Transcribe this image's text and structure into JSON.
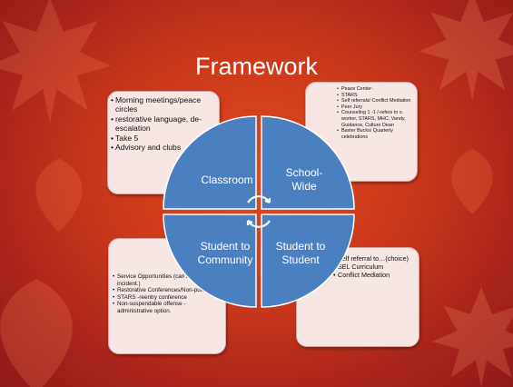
{
  "slide": {
    "title": "Framework"
  },
  "colors": {
    "background": "#c8361a",
    "quadrant_fill": "#4a7fc0",
    "box_fill": "#f6e6e4"
  },
  "quadrants": {
    "top_left": {
      "label_lines": [
        "Classroom"
      ]
    },
    "top_right": {
      "label_lines": [
        "School-",
        "Wide"
      ]
    },
    "bottom_left": {
      "label_lines": [
        "Student to",
        "Community"
      ]
    },
    "bottom_right": {
      "label_lines": [
        "Student to",
        "Student"
      ]
    }
  },
  "boxes": {
    "top_left": {
      "items": [
        "Morning meetings/peace circles",
        "restorative language, de-escalation",
        "Take 5",
        "Advisory and clubs"
      ]
    },
    "top_right": {
      "items": [
        "Peace Center-",
        "STARS",
        "Self  referrals/ Conflict Mediation",
        "Peer Jury",
        "Counseling 1 -1 /-refers to s. worker, STARS, MHC, Vandy, Guidance, Culture Dean",
        "Baxter Bucks/ Quarterly celebrations"
      ]
    },
    "bottom_left": {
      "items": [
        "Service Opportunities (can be related to incident.)",
        "Restorative Conferences/Non-punitive",
        "STARS -reentry conference",
        "Non-suspendable offense - administrative option."
      ]
    },
    "bottom_right": {
      "items": [
        "Self referral to…(choice)",
        "SEL Curriculum",
        "Conflict Mediation"
      ]
    }
  },
  "icons": {
    "center": "circular-arrows-icon",
    "background": "autumn-leaves-icon"
  }
}
